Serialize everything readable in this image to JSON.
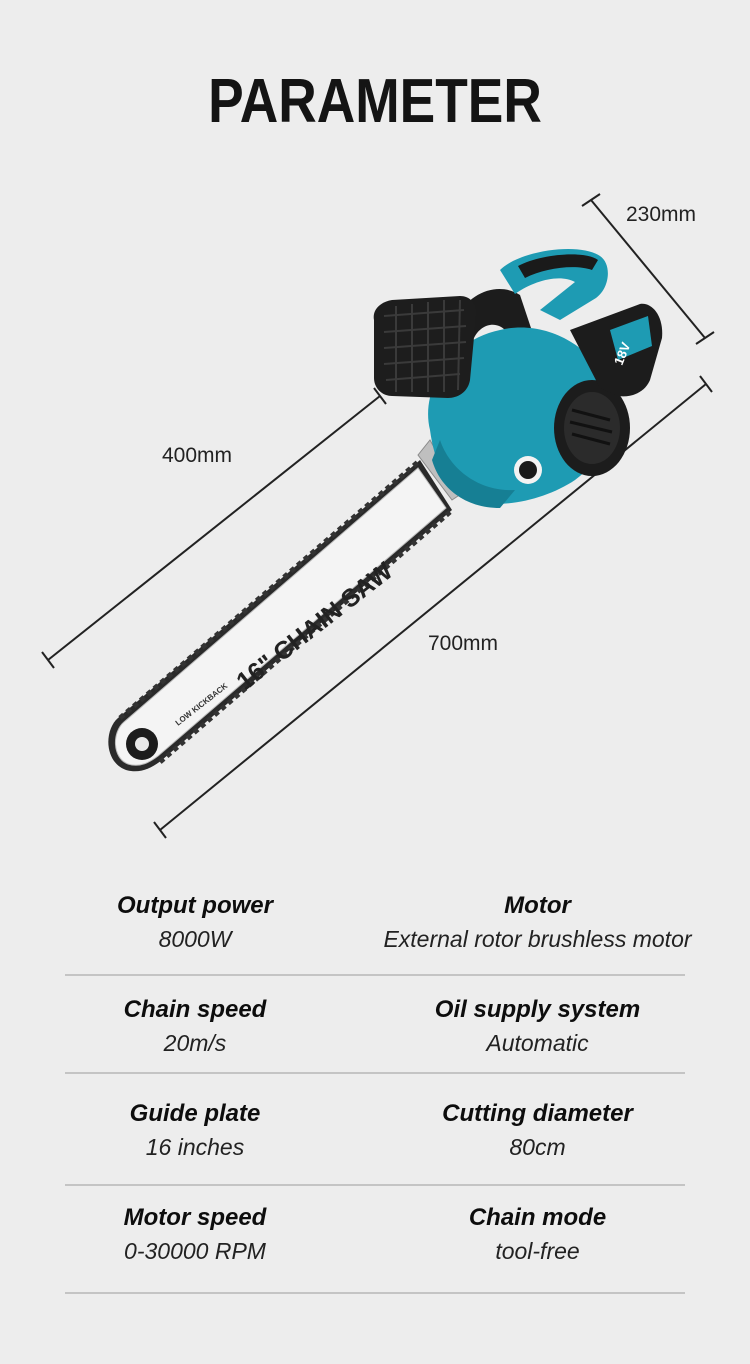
{
  "title": "PARAMETER",
  "dimensions": {
    "width": "230mm",
    "height": "400mm",
    "length": "700mm"
  },
  "product": {
    "bar_text": "16\" CHAIN SAW",
    "bar_small_text": "LOW KICKBACK",
    "battery_text": "18V"
  },
  "specs": [
    {
      "left": {
        "name": "Output power",
        "value": "8000W"
      },
      "right": {
        "name": "Motor",
        "value": "External rotor brushless motor"
      }
    },
    {
      "left": {
        "name": "Chain speed",
        "value": "20m/s"
      },
      "right": {
        "name": "Oil supply system",
        "value": "Automatic"
      }
    },
    {
      "left": {
        "name": "Guide plate",
        "value": "16 inches"
      },
      "right": {
        "name": "Cutting diameter",
        "value": "80cm"
      }
    },
    {
      "left": {
        "name": "Motor speed",
        "value": "0-30000 RPM"
      },
      "right": {
        "name": "Chain mode",
        "value": "tool-free"
      }
    }
  ],
  "colors": {
    "background": "#ededed",
    "body_teal": "#1e9bb3",
    "dark": "#1a1a1a",
    "bar": "#f2f2f2"
  }
}
